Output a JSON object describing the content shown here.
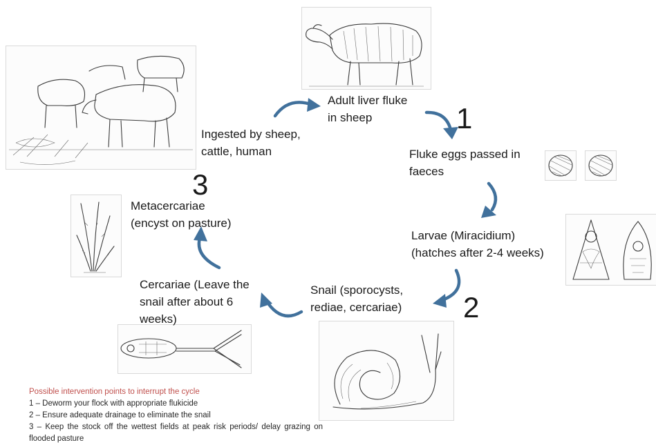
{
  "stages": {
    "adult_fluke": "Adult liver fluke\nin sheep",
    "eggs": "Fluke eggs passed in\nfaeces",
    "larvae": "Larvae (Miracidium)\n(hatches after 2-4 weeks)",
    "snail": "Snail (sporocysts,\nrediae, cercariae)",
    "cercariae": "Cercariae (Leave the\nsnail after about 6\nweeks)",
    "metacercariae": "Metacercariae\n(encyst on pasture)",
    "ingested": "Ingested by sheep,\ncattle, human"
  },
  "intervention_numbers": {
    "one": "1",
    "two": "2",
    "three": "3"
  },
  "notes": {
    "title": "Possible intervention points to interrupt the cycle",
    "items": [
      "1 – Deworm your flock with appropriate flukicide",
      "2 – Ensure adequate drainage to eliminate the snail",
      "3 – Keep the stock off the wettest fields at peak risk periods/ delay grazing on flooded pasture"
    ]
  },
  "colors": {
    "arrow": "#41719c",
    "notes_title": "#c0504d"
  },
  "illustrations": [
    "sheep",
    "fluke-eggs",
    "miracidium",
    "snail",
    "cercaria",
    "grass-blade",
    "grazing-animals"
  ]
}
